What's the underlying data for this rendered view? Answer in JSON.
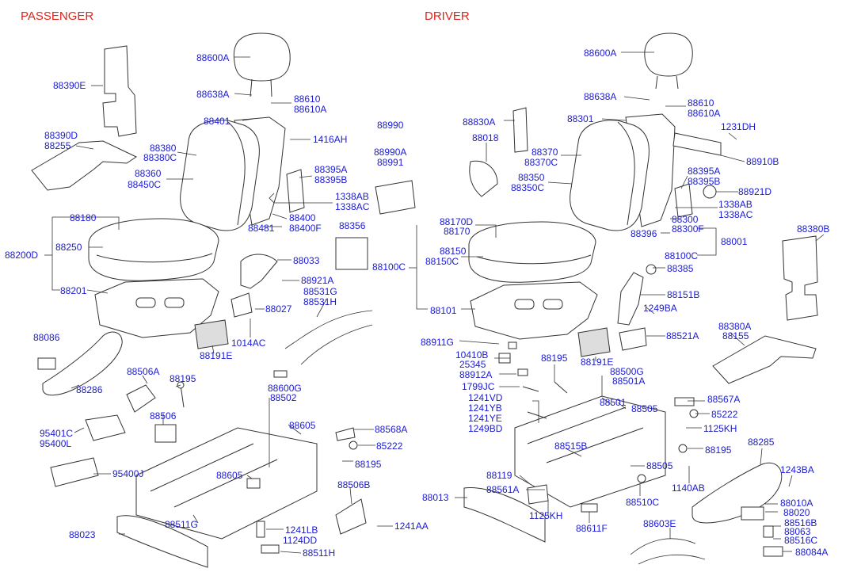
{
  "headings": {
    "passenger": "PASSENGER",
    "driver": "DRIVER"
  },
  "labels": {
    "p_88600A": "88600A",
    "p_88390E": "88390E",
    "p_88638A": "88638A",
    "p_88610": "88610",
    "p_88610A": "88610A",
    "p_88401": "88401",
    "p_1416AH": "1416AH",
    "p_88390D": "88390D",
    "p_88255": "88255",
    "p_88380": "88380",
    "p_88380C": "88380C",
    "p_88990": "88990",
    "p_88990A": "88990A",
    "p_88991": "88991",
    "p_88360": "88360",
    "p_88450C": "88450C",
    "p_88395A": "88395A",
    "p_88395B": "88395B",
    "p_1338AB": "1338AB",
    "p_1338AC": "1338AC",
    "p_88400": "88400",
    "p_88400F": "88400F",
    "p_88481": "88481",
    "p_88180": "88180",
    "p_88356": "88356",
    "p_88200D": "88200D",
    "p_88250": "88250",
    "p_88033": "88033",
    "p_88921A": "88921A",
    "p_88201": "88201",
    "p_88531G": "88531G",
    "p_88531H": "88531H",
    "p_88027": "88027",
    "p_88086": "88086",
    "p_1014AC": "1014AC",
    "p_88191E": "88191E",
    "p_88286": "88286",
    "p_88506A": "88506A",
    "p_88195a": "88195",
    "p_88600G": "88600G",
    "p_88502": "88502",
    "p_88506": "88506",
    "p_88605a": "88605",
    "p_95401C": "95401C",
    "p_95400L": "95400L",
    "p_88568A": "88568A",
    "p_85222": "85222",
    "p_88195b": "88195",
    "p_95400J": "95400J",
    "p_88605b": "88605",
    "p_88506B": "88506B",
    "p_88023": "88023",
    "p_88511G": "88511G",
    "p_1241LB": "1241LB",
    "p_1124DD": "1124DD",
    "p_1241AA": "1241AA",
    "p_88511H": "88511H",
    "d_88600A": "88600A",
    "d_88638A": "88638A",
    "d_88610": "88610",
    "d_88610A": "88610A",
    "d_88830A": "88830A",
    "d_88301": "88301",
    "d_1231DH": "1231DH",
    "d_88018": "88018",
    "d_88370": "88370",
    "d_88370C": "88370C",
    "d_88910B": "88910B",
    "d_88350": "88350",
    "d_88350C": "88350C",
    "d_88395A": "88395A",
    "d_88395B": "88395B",
    "d_88921D": "88921D",
    "d_1338AB": "1338AB",
    "d_1338AC": "1338AC",
    "d_88170D": "88170D",
    "d_88170": "88170",
    "d_88300": "88300",
    "d_88300F": "88300F",
    "d_88396": "88396",
    "d_88380B": "88380B",
    "d_88001": "88001",
    "d_88150": "88150",
    "d_88150C": "88150C",
    "d_88100C": "88100C",
    "d_88100C2": "88100C",
    "d_88385": "88385",
    "d_88151B": "88151B",
    "d_1249BA": "1249BA",
    "d_88101": "88101",
    "d_88380A": "88380A",
    "d_88155": "88155",
    "d_88521A": "88521A",
    "d_88911G": "88911G",
    "d_10410B": "10410B",
    "d_25345": "25345",
    "d_88195a": "88195",
    "d_88191E": "88191E",
    "d_88500G": "88500G",
    "d_88501A": "88501A",
    "d_88912A": "88912A",
    "d_1799JC": "1799JC",
    "d_1241VD": "1241VD",
    "d_1241YB": "1241YB",
    "d_1241YE": "1241YE",
    "d_1249BD": "1249BD",
    "d_88501": "88501",
    "d_88505a": "88505",
    "d_88567A": "88567A",
    "d_85222": "85222",
    "d_1125KH": "1125KH",
    "d_88515B": "88515B",
    "d_88195b": "88195",
    "d_88285": "88285",
    "d_88505b": "88505",
    "d_1243BA": "1243BA",
    "d_88119": "88119",
    "d_1140AB": "1140AB",
    "d_88561A": "88561A",
    "d_88013": "88013",
    "d_88510C": "88510C",
    "d_88010A": "88010A",
    "d_88020": "88020",
    "d_1125KH2": "1125KH",
    "d_88611F": "88611F",
    "d_88603E": "88603E",
    "d_88516B": "88516B",
    "d_88063": "88063",
    "d_88516C": "88516C",
    "d_88084A": "88084A"
  }
}
